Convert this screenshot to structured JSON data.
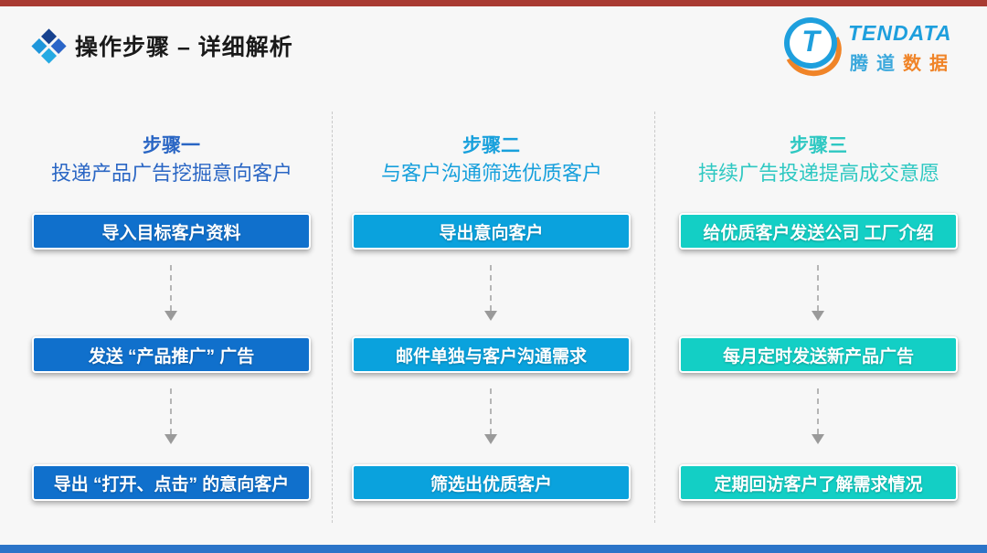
{
  "slide": {
    "title": "操作步骤 – 详细解析",
    "top_bar_color": "#A93B32",
    "bottom_bar_color": "#2B74C8"
  },
  "logo": {
    "brand": "TENDATA",
    "mark_letter": "T",
    "brand_cn": [
      "腾",
      "道",
      "数",
      "据"
    ],
    "blue": "#1E9FDD",
    "orange": "#F08428"
  },
  "columns": [
    {
      "step": "步骤一",
      "subtitle": "投递产品广告挖掘意向客户",
      "accent": "#2A66C4",
      "box_color": "#1070CC",
      "boxes": [
        "导入目标客户资料",
        "发送 “产品推广” 广告",
        "导出 “打开、点击” 的意向客户"
      ]
    },
    {
      "step": "步骤二",
      "subtitle": "与客户沟通筛选优质客户",
      "accent": "#18A0DC",
      "box_color": "#0AA2DD",
      "boxes": [
        "导出意向客户",
        "邮件单独与客户沟通需求",
        "筛选出优质客户"
      ]
    },
    {
      "step": "步骤三",
      "subtitle": "持续广告投递提高成交意愿",
      "accent": "#2EC8C2",
      "box_color": "#13CFC5",
      "boxes": [
        "给优质客户发送公司 工厂介绍",
        "每月定时发送新产品广告",
        "定期回访客户了解需求情况"
      ]
    }
  ]
}
